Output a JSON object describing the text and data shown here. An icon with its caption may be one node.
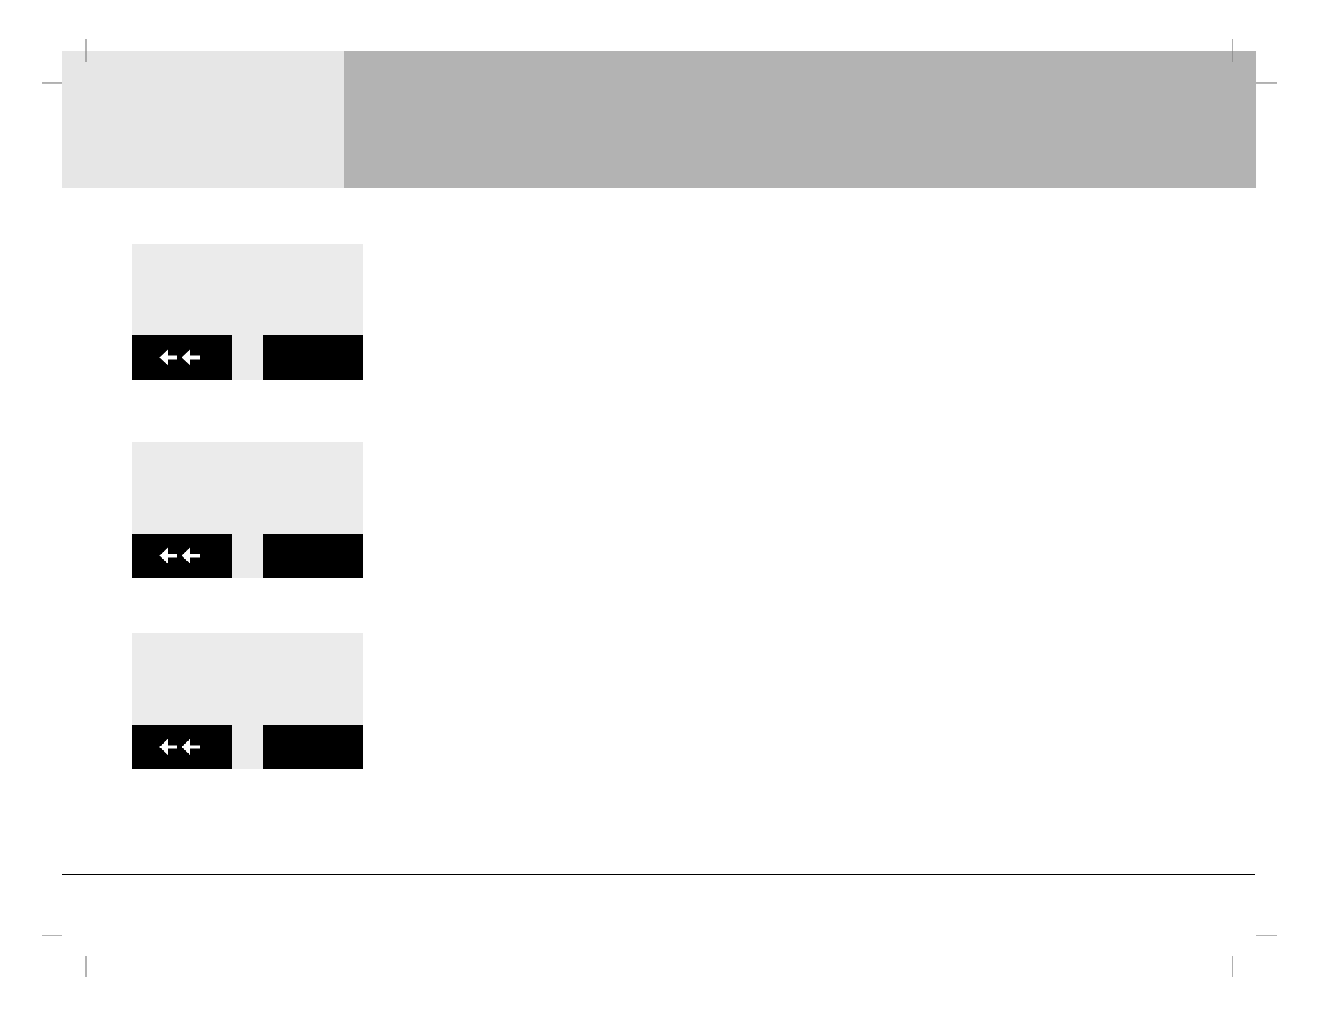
{
  "diagram": {
    "nodes": [
      {
        "text": [],
        "shape": "box"
      },
      {
        "text": [],
        "shape": "box",
        "in": 0
      },
      {
        "text": [],
        "shape": "box",
        "in": 0
      },
      {
        "text": [],
        "shape": "box"
      },
      {
        "text": [],
        "shape": "box",
        "in": 3
      },
      {
        "text": [],
        "shape": "box",
        "in": 3
      },
      {
        "text": [],
        "shape": "box"
      },
      {
        "text": [],
        "shape": "box",
        "in": 6
      },
      {
        "text": [],
        "shape": "box",
        "in": 6
      }
    ]
  }
}
